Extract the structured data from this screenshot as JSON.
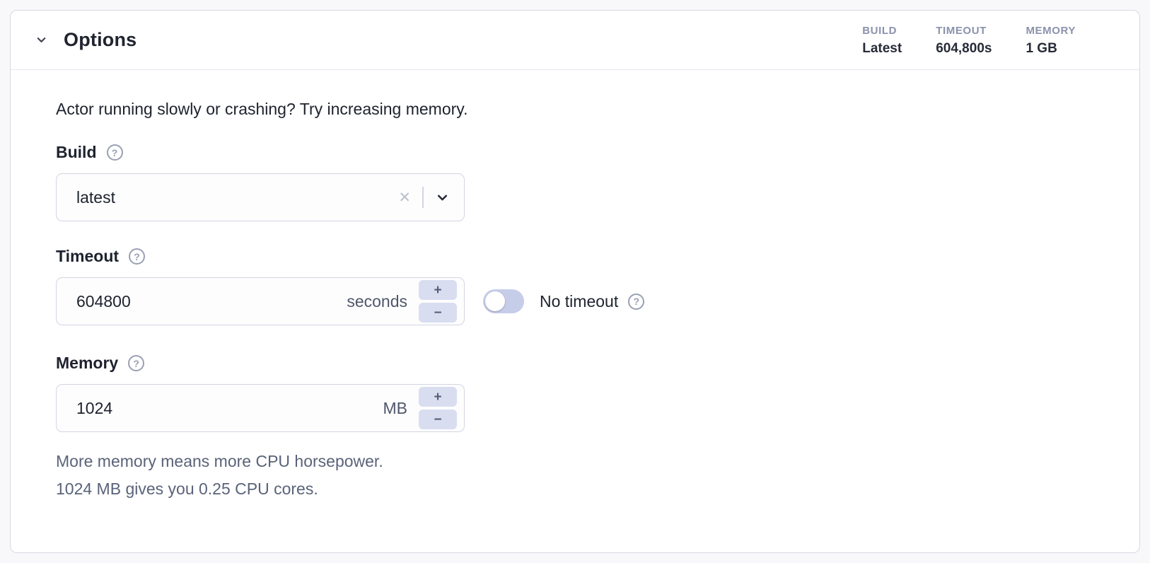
{
  "colors": {
    "card_border": "#d6d9e4",
    "accent_lavender": "#d9ddf0",
    "toggle_track": "#c6cde9",
    "muted_label": "#8a92ac",
    "help_text": "#5a6379"
  },
  "panel": {
    "title": "Options",
    "summary": [
      {
        "label": "BUILD",
        "value": "Latest"
      },
      {
        "label": "TIMEOUT",
        "value": "604,800s"
      },
      {
        "label": "MEMORY",
        "value": "1 GB"
      }
    ],
    "intro": "Actor running slowly or crashing? Try increasing memory.",
    "build": {
      "label": "Build",
      "value": "latest"
    },
    "timeout": {
      "label": "Timeout",
      "value": "604800",
      "unit": "seconds",
      "toggle_label": "No timeout",
      "toggle_state": "off"
    },
    "memory": {
      "label": "Memory",
      "value": "1024",
      "unit": "MB",
      "help_line1": "More memory means more CPU horsepower.",
      "help_line2": "1024 MB gives you 0.25 CPU cores."
    }
  },
  "icons": {
    "help": "?",
    "clear": "✕",
    "plus": "+",
    "minus": "−"
  }
}
